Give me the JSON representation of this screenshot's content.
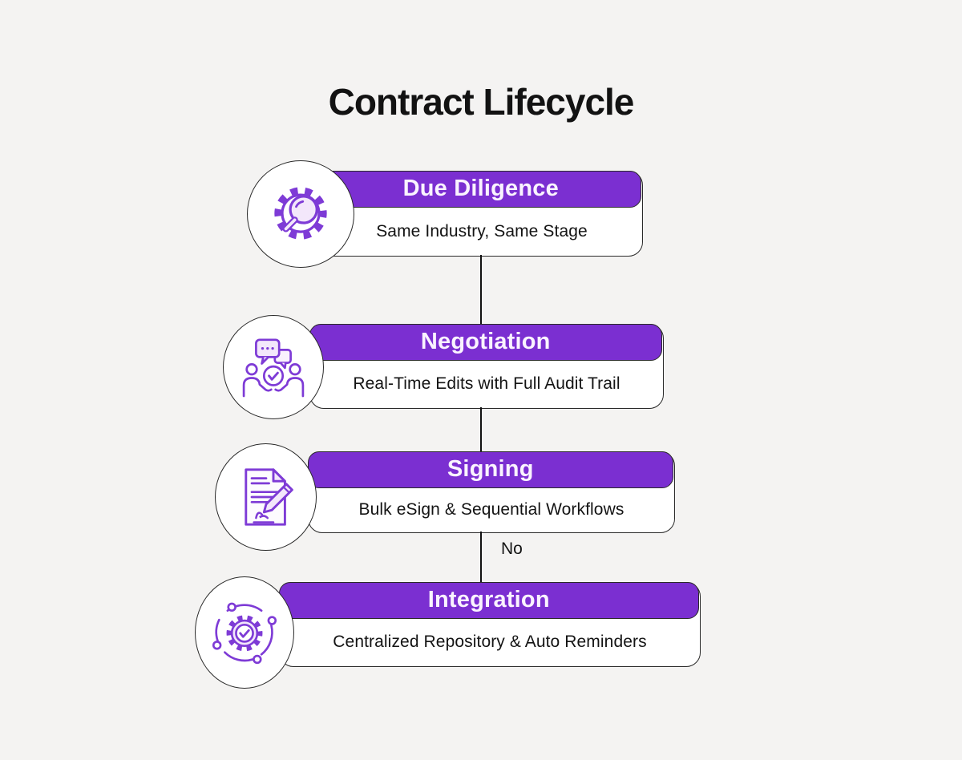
{
  "page": {
    "title": "Contract Lifecycle"
  },
  "colors": {
    "background": "#f4f3f2",
    "accent_purple": "#7b2fd1",
    "icon_stroke_purple": "#7e3bd6",
    "icon_fill_lavender": "#f3e7fb",
    "card_border": "#2a2a2a",
    "header_text": "#faf3ff",
    "body_text": "#141414"
  },
  "connector": {
    "label": "No"
  },
  "stages": [
    {
      "title": "Due Diligence",
      "description": "Same Industry, Same Stage",
      "icon": "gear-magnifier-icon"
    },
    {
      "title": "Negotiation",
      "description": "Real-Time Edits with Full Audit Trail",
      "icon": "negotiation-handshake-icon"
    },
    {
      "title": "Signing",
      "description": "Bulk eSign & Sequential Workflows",
      "icon": "document-signing-icon"
    },
    {
      "title": "Integration",
      "description": "Centralized Repository & Auto Reminders",
      "icon": "integration-gear-icon"
    }
  ]
}
